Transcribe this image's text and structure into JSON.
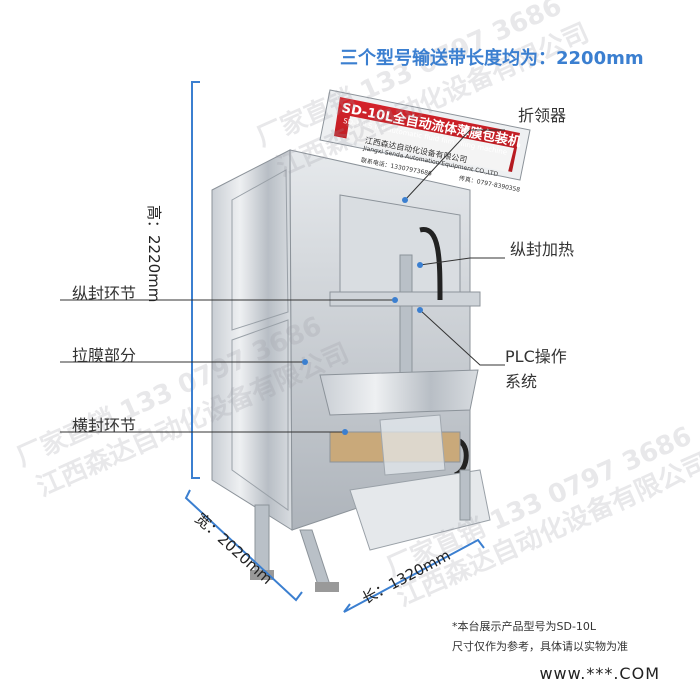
{
  "header": {
    "title": "三个型号输送带长度均为：2200mm"
  },
  "callouts": {
    "fold_collar": "折领器",
    "vertical_heat": "纵封加热",
    "vertical_seal": "纵封环节",
    "film_pull": "拉膜部分",
    "plc_line1": "PLC操作",
    "plc_line2": "系统",
    "horizontal_seal": "横封环节"
  },
  "dimensions": {
    "height": "高：2220mm",
    "width": "宽：2020mm",
    "length": "长：1320mm"
  },
  "machine_panel": {
    "model_title": "SD-10L全自动流体薄膜包装机",
    "model_subtitle": "SD-10LS full automatic fluid film filling machine",
    "company_cn": "江西森达自动化设备有限公司",
    "company_en": "Jiangxi Senda Automation Equipment CO.,LTD",
    "phone": "联系电话：13307973686",
    "fax": "传真：0797-8390358"
  },
  "notes": {
    "line1": "*本台展示产品型号为SD-10L",
    "line2": "尺寸仅作为参考，具体请以实物为准"
  },
  "watermarks": {
    "left": "厂家直销 133 0797 3686",
    "left2": "江西森达自动化设备有限公司",
    "right": "厂家直销 133 0797 3686",
    "right2": "江西森达自动化设备有限公司",
    "top": "厂家直销 133 0797 3686",
    "top2": "江西森达自动化设备有限公司"
  },
  "footer": {
    "site": "www.***.COM"
  },
  "colors": {
    "accent": "#3b7fd0",
    "dimension_line": "#3b7fd0",
    "callout_line": "#333333"
  }
}
